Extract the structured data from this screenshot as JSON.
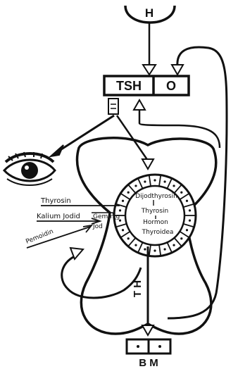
{
  "labels": {
    "h": "H",
    "tsh": "TSH",
    "o": "O",
    "thyrosin_left": "Thyrosin",
    "kaliumjodid": "Kalium Jodid",
    "gemmig": "Gemmig",
    "jod": "Jod",
    "pemoidin": "Pemoidin",
    "dijodthyrosin": "Dijodthyrosin",
    "thyrosin_center": "Thyrosin",
    "hormon": "Hormon",
    "thyroidea": "Thyroidea",
    "th": "T H",
    "bm": "B M"
  },
  "colors": {
    "ink": "#111111",
    "paper": "#ffffff"
  },
  "icons": {
    "eye": "eye-icon"
  }
}
